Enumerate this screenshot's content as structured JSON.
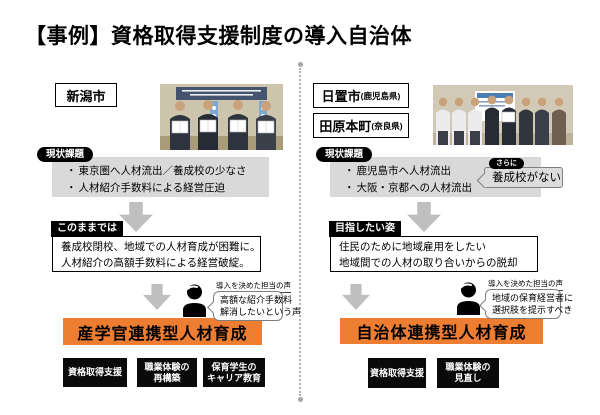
{
  "title": "【事例】資格取得支援制度の導入自治体",
  "colors": {
    "accent_orange": "#ED7D31",
    "gray_box": "#D9D9D9",
    "arrow_gray": "#BFBFBF",
    "label_black": "#000000"
  },
  "left": {
    "city": "新潟市",
    "issue_label": "現状課題",
    "issues": [
      "東京圏へ人材流出／養成校の少なさ",
      "人材紹介手数料による経営圧迫"
    ],
    "if_label": "このままでは",
    "if_lines": [
      "養成校閉校、地域での人材育成が困難に。",
      "人材紹介の高額手数料による経営破綻。"
    ],
    "voice_label": "導入を決めた担当の声",
    "voice_lines": [
      "高額な紹介手数料",
      "解消したいという声"
    ],
    "result": "産学官連携型人材育成",
    "tags": [
      [
        "資格取得支援"
      ],
      [
        "職業体験の",
        "再構築"
      ],
      [
        "保育学生の",
        "キャリア教育"
      ]
    ]
  },
  "right": {
    "cities": [
      {
        "name": "日置市",
        "pref": "(鹿児島県)"
      },
      {
        "name": "田原本町",
        "pref": "(奈良県)"
      }
    ],
    "issue_label": "現状課題",
    "issues": [
      "鹿児島市へ人材流出",
      "大阪・京都への人材流出"
    ],
    "extra_label": "さらに",
    "extra_text": "養成校がない",
    "goal_label": "目指したい姿",
    "goal_lines": [
      "住民のために地域雇用をしたい",
      "地域間での人材の取り合いからの脱却"
    ],
    "voice_label": "導入を決めた担当の声",
    "voice_lines": [
      "地域の保育経営者に",
      "選択肢を提示すべき"
    ],
    "result": "自治体連携型人材育成",
    "tags": [
      [
        "資格取得支援"
      ],
      [
        "職業体験の",
        "見直し"
      ]
    ]
  }
}
